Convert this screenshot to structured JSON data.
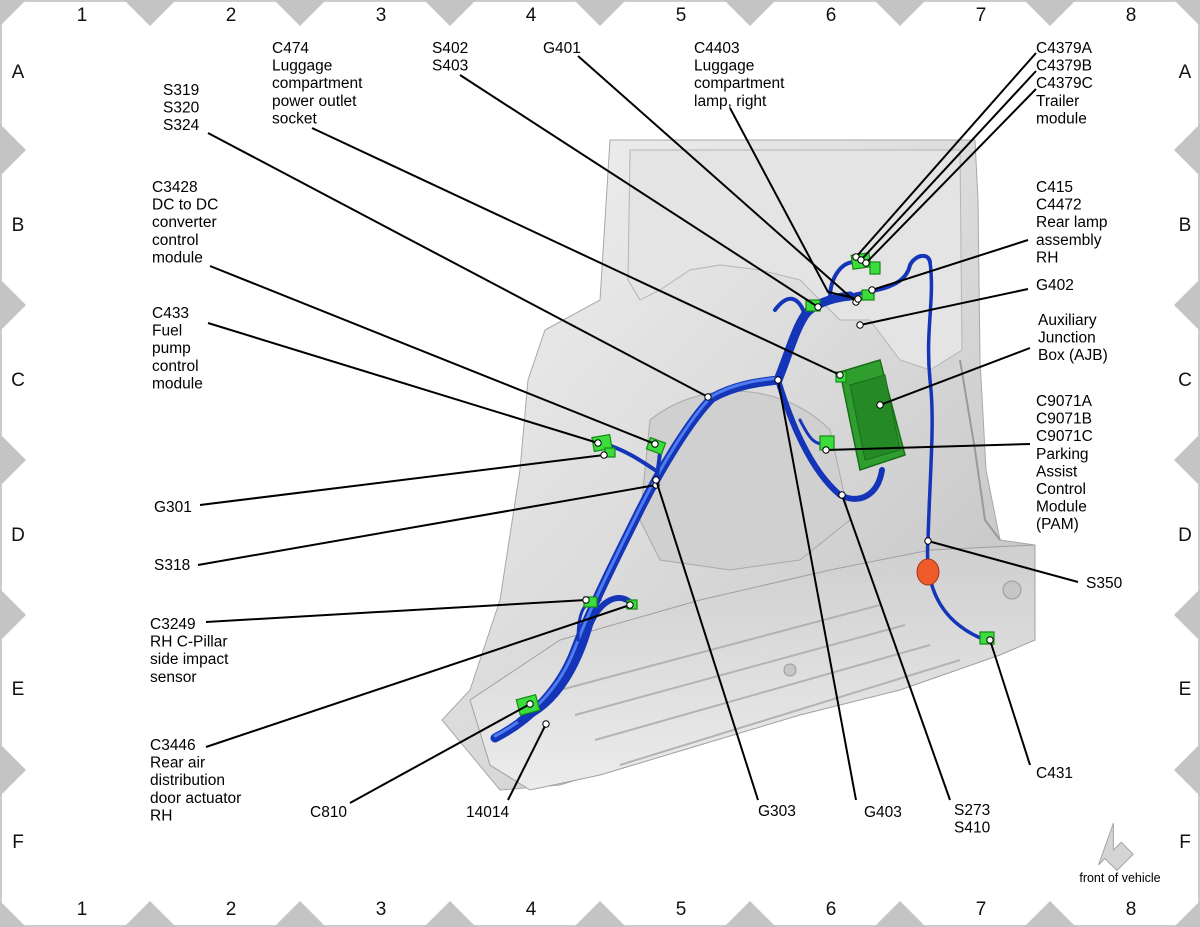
{
  "grid": {
    "columns": [
      "1",
      "2",
      "3",
      "4",
      "5",
      "6",
      "7",
      "8"
    ],
    "rows": [
      "A",
      "B",
      "C",
      "D",
      "E",
      "F"
    ]
  },
  "callouts": [
    {
      "id": "c474",
      "lines": [
        "C474",
        "Luggage",
        "compartment",
        "power outlet",
        "socket"
      ]
    },
    {
      "id": "s402",
      "lines": [
        "S402",
        "S403"
      ]
    },
    {
      "id": "g401",
      "lines": [
        "G401"
      ]
    },
    {
      "id": "c4403",
      "lines": [
        "C4403",
        "Luggage",
        "compartment",
        "lamp, right"
      ]
    },
    {
      "id": "c4379",
      "lines": [
        "C4379A",
        "C4379B",
        "C4379C",
        "Trailer",
        "module"
      ]
    },
    {
      "id": "s319",
      "lines": [
        "S319",
        "S320",
        "S324"
      ]
    },
    {
      "id": "c3428",
      "lines": [
        "C3428",
        "DC to DC",
        "converter",
        "control",
        "module"
      ]
    },
    {
      "id": "c415",
      "lines": [
        "C415",
        "C4472",
        "Rear lamp",
        "assembly",
        "RH"
      ]
    },
    {
      "id": "g402",
      "lines": [
        "G402"
      ]
    },
    {
      "id": "ajb",
      "lines": [
        "Auxiliary",
        "Junction",
        "Box (AJB)"
      ]
    },
    {
      "id": "c433",
      "lines": [
        "C433",
        "Fuel",
        "pump",
        "control",
        "module"
      ]
    },
    {
      "id": "c9071",
      "lines": [
        "C9071A",
        "C9071B",
        "C9071C",
        "Parking",
        "Assist",
        "Control",
        "Module",
        "(PAM)"
      ]
    },
    {
      "id": "g301",
      "lines": [
        "G301"
      ]
    },
    {
      "id": "s318",
      "lines": [
        "S318"
      ]
    },
    {
      "id": "s350",
      "lines": [
        "S350"
      ]
    },
    {
      "id": "c3249",
      "lines": [
        "C3249",
        "RH C-Pillar",
        "side impact",
        "sensor"
      ]
    },
    {
      "id": "c3446",
      "lines": [
        "C3446",
        "Rear air",
        "distribution",
        "door actuator",
        "RH"
      ]
    },
    {
      "id": "c431",
      "lines": [
        "C431"
      ]
    },
    {
      "id": "c810",
      "lines": [
        "C810"
      ]
    },
    {
      "id": "p14014",
      "lines": [
        "14014"
      ]
    },
    {
      "id": "g303",
      "lines": [
        "G303"
      ]
    },
    {
      "id": "g403",
      "lines": [
        "G403"
      ]
    },
    {
      "id": "s273",
      "lines": [
        "S273",
        "S410"
      ]
    }
  ],
  "front_label": "front of vehicle",
  "colors": {
    "harness": "#1535b8",
    "connector": "#3ddc3d",
    "junction_box": "#2f9e2f",
    "panel": "#dcdcdc",
    "frame_marker": "#c4c4c4"
  }
}
